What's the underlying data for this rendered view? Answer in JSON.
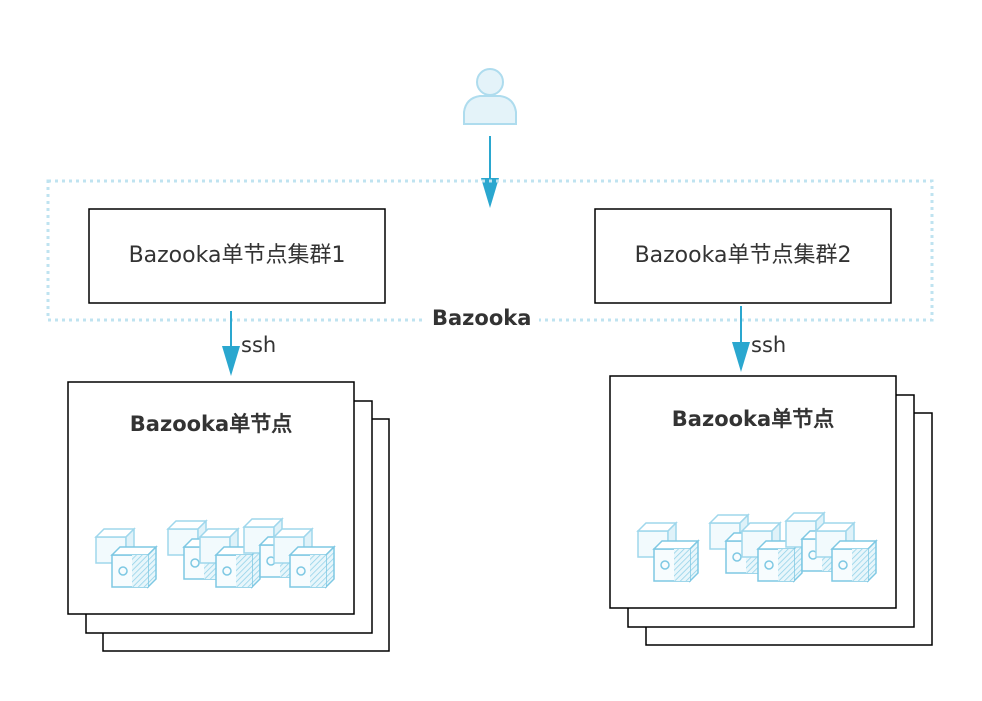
{
  "outer_label": "Bazooka",
  "clusters": [
    {
      "label": "Bazooka单节点集群1",
      "edge_label": "ssh",
      "node_title": "Bazooka单节点"
    },
    {
      "label": "Bazooka单节点集群2",
      "edge_label": "ssh",
      "node_title": "Bazooka单节点"
    }
  ],
  "icons": {
    "user": "user-icon",
    "server": "server-cube-icon"
  },
  "colors": {
    "accent": "#2aa7cf",
    "dotted_border": "#bfe3f0",
    "icon_light": "#cfeaf5",
    "box_border": "#000000"
  }
}
